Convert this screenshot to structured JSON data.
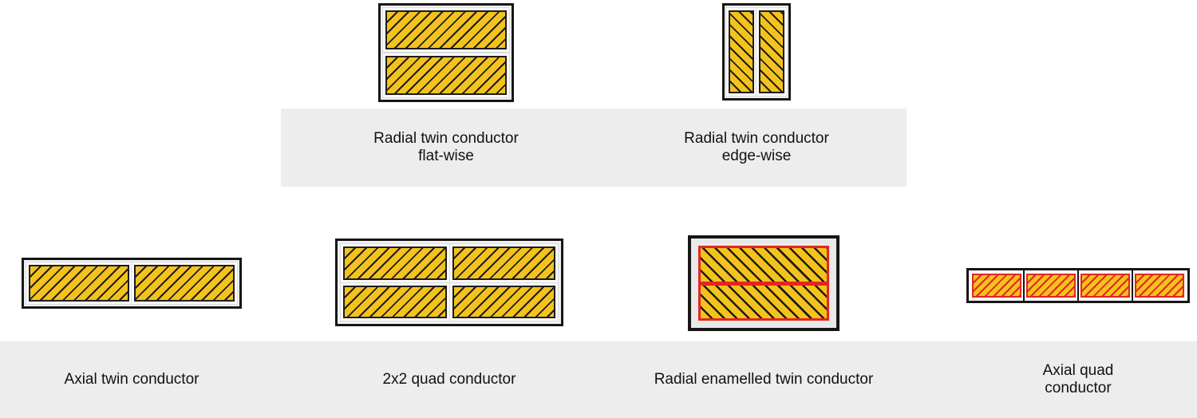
{
  "figure": {
    "background": "#ffffff"
  },
  "colors": {
    "conductor-yellow": "#F4C21C",
    "hatch-black": "#1c1c1c",
    "enamel-red": "#E62520",
    "band-gray": "#EDEDED",
    "frame-light": "#F1F1F1",
    "frame-border-black": "#161616",
    "text-black": "#111111"
  },
  "conductors": [
    {
      "name": "radial-twin-flat-wise",
      "label": "Radial twin conductor\nflat-wise",
      "cells": 2,
      "arrangement": "two-stacked-horizontal-bars",
      "hatch_direction": "forward-slash",
      "insulation": "plain"
    },
    {
      "name": "radial-twin-edge-wise",
      "label": "Radial twin conductor\nedge-wise",
      "cells": 2,
      "arrangement": "two-vertical-bars-side-by-side",
      "hatch_direction": "back-slash",
      "insulation": "plain"
    },
    {
      "name": "axial-twin",
      "label": "Axial twin conductor",
      "cells": 2,
      "arrangement": "two-horizontal-bars-side-by-side",
      "hatch_direction": "forward-slash",
      "insulation": "plain"
    },
    {
      "name": "2x2-quad",
      "label": "2x2 quad conductor",
      "cells": 4,
      "arrangement": "2x2-grid",
      "hatch_direction": "forward-slash",
      "insulation": "plain"
    },
    {
      "name": "radial-enamelled-twin",
      "label": "Radial enamelled twin conductor",
      "cells": 2,
      "arrangement": "two-stacked-horizontal-bars",
      "hatch_direction": "back-slash",
      "insulation": "red-enamel"
    },
    {
      "name": "axial-quad",
      "label": "Axial quad conductor",
      "cells": 4,
      "arrangement": "four-horizontal-bars-side-by-side",
      "hatch_direction": "forward-slash",
      "insulation": "red-enamel"
    }
  ]
}
